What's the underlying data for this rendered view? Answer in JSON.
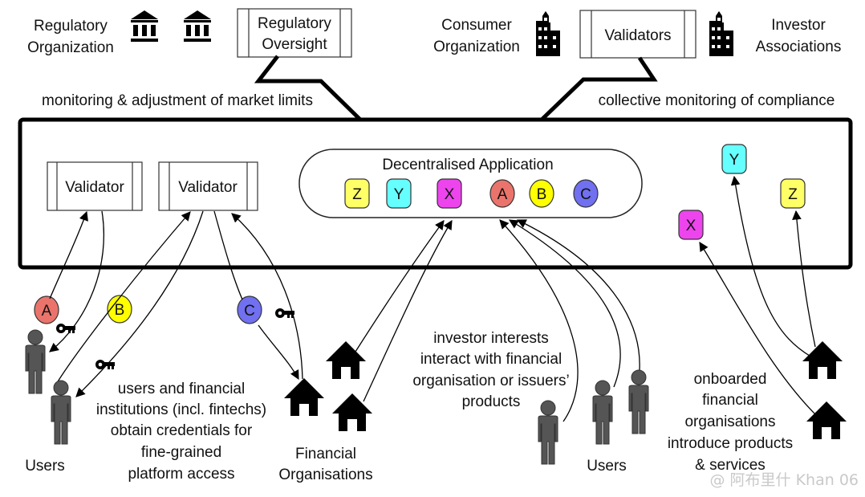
{
  "top": {
    "regulatory_organization": [
      "Regulatory",
      "Organization"
    ],
    "regulatory_oversight": [
      "Regulatory",
      "Oversight"
    ],
    "consumer_organization": [
      "Consumer",
      "Organization"
    ],
    "validators": "Validators",
    "investor_associations": [
      "Investor",
      "Associations"
    ],
    "left_caption": "monitoring & adjustment of market limits",
    "right_caption": "collective monitoring of compliance"
  },
  "platform": {
    "validator_1": "Validator",
    "validator_2": "Validator",
    "dapp_title": "Decentralised Application",
    "products": [
      {
        "label": "Z",
        "color": "#ffff66"
      },
      {
        "label": "Y",
        "color": "#66ffff"
      },
      {
        "label": "X",
        "color": "#ee44ee"
      }
    ],
    "credentials": [
      {
        "label": "A",
        "color": "#ea746c"
      },
      {
        "label": "B",
        "color": "#ffff00"
      },
      {
        "label": "C",
        "color": "#7070f0"
      }
    ],
    "onboarded_products": [
      {
        "label": "Y",
        "color": "#66ffff"
      },
      {
        "label": "Z",
        "color": "#ffff66"
      },
      {
        "label": "X",
        "color": "#ee44ee"
      }
    ]
  },
  "bottom": {
    "credential_tokens": [
      "A",
      "B",
      "C"
    ],
    "users_left_label": "Users",
    "credentials_caption": [
      "users and financial",
      "institutions (incl. fintechs)",
      "obtain credentials for",
      "fine-grained",
      "platform access"
    ],
    "financial_orgs_label": [
      "Financial",
      "Organisations"
    ],
    "investor_caption": [
      "investor interests",
      "interact with financial",
      "organisation or issuers’",
      "products"
    ],
    "users_right_label": "Users",
    "onboarded_caption": [
      "onboarded",
      "financial",
      "organisations",
      "introduce products",
      "& services"
    ]
  },
  "colors": {
    "person": "#555555",
    "stroke": "#000000"
  },
  "watermark": "@ 阿布里什 Khan 06"
}
